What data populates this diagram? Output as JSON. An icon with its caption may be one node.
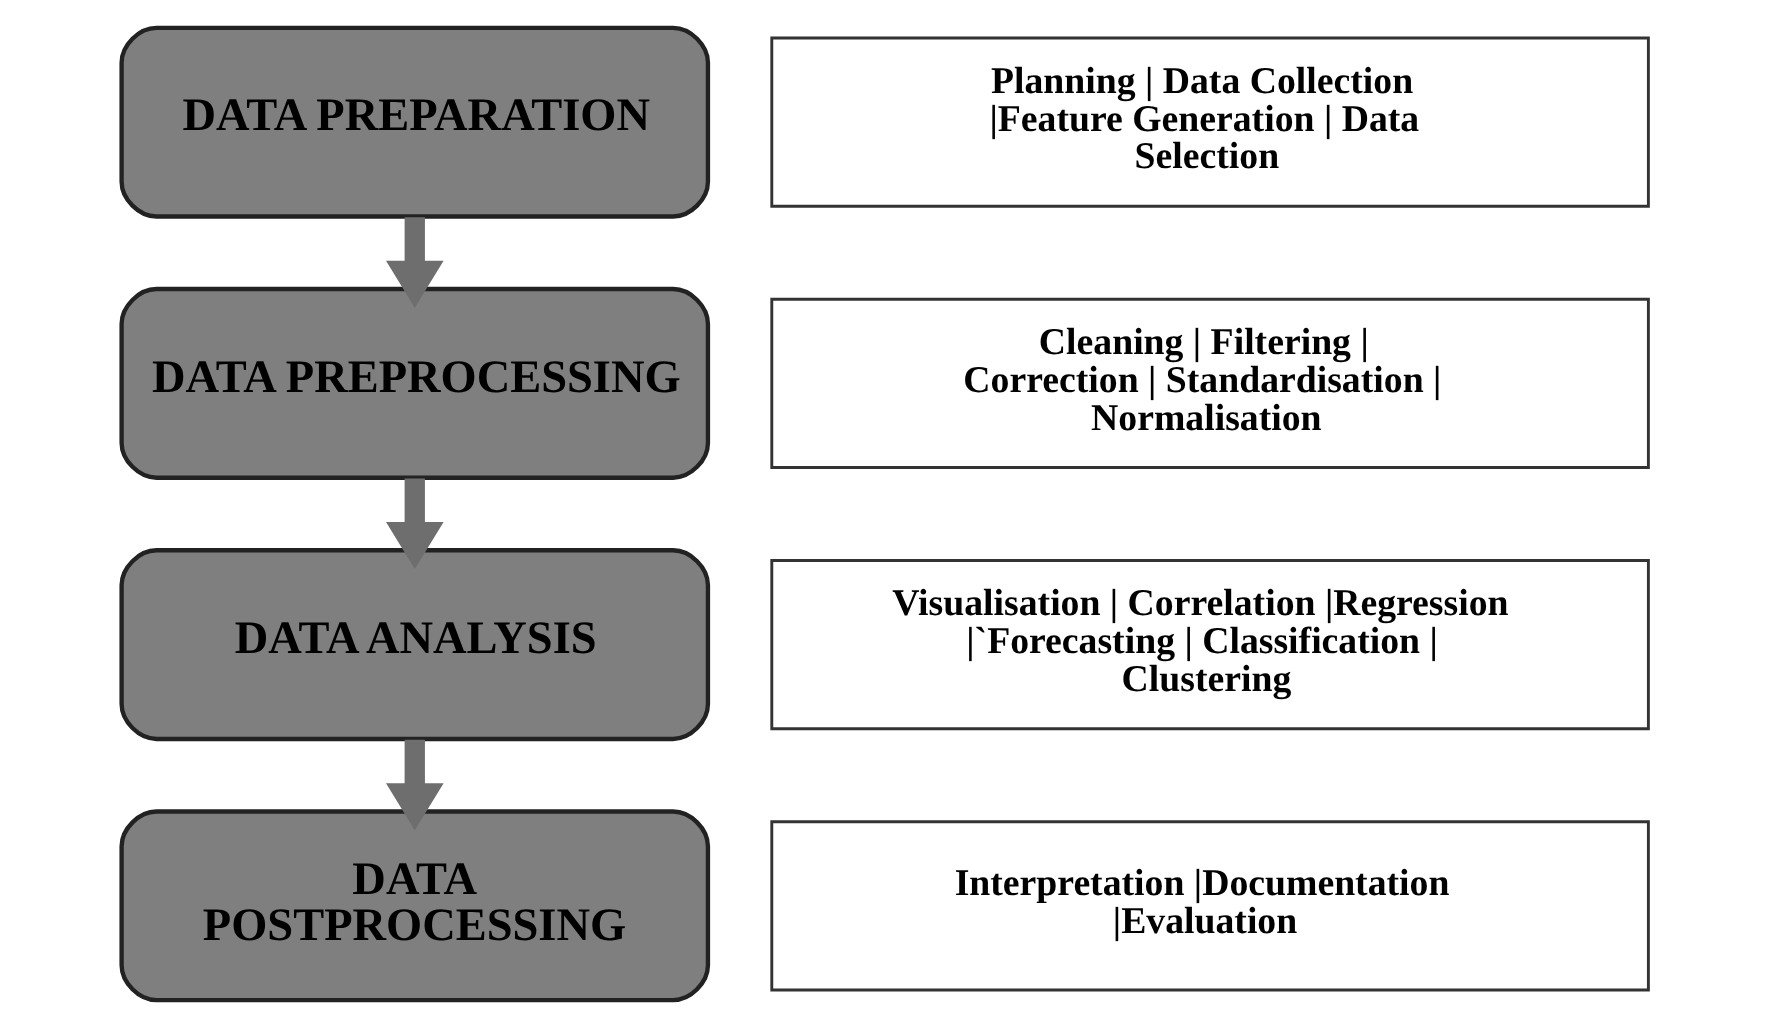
{
  "diagram": {
    "nodes": [
      {
        "text": [
          "DATA PREPARATION"
        ]
      },
      {
        "text": [
          "Planning | Data Collection |Feature Generation | Data Selection"
        ]
      },
      {
        "text": [
          "DATA PREPROCESSING"
        ]
      },
      {
        "text": [
          "Cleaning | Filtering | Correction | Standardisation | Normalisation"
        ]
      },
      {
        "text": [
          "DATA ANALYSIS"
        ]
      },
      {
        "text": [
          "Visualisation | Correlation |Regression |`Forecasting | Classification | Clustering"
        ]
      },
      {
        "text": [
          "DATA POSTPROCESSING"
        ]
      },
      {
        "text": [
          "Interpretation |Documentation |Evaluation"
        ]
      }
    ],
    "edges": [
      {
        "from": 0,
        "to": 2,
        "arrow": "to"
      },
      {
        "from": 2,
        "to": 4,
        "arrow": "to"
      },
      {
        "from": 4,
        "to": 6,
        "arrow": "to"
      }
    ]
  }
}
